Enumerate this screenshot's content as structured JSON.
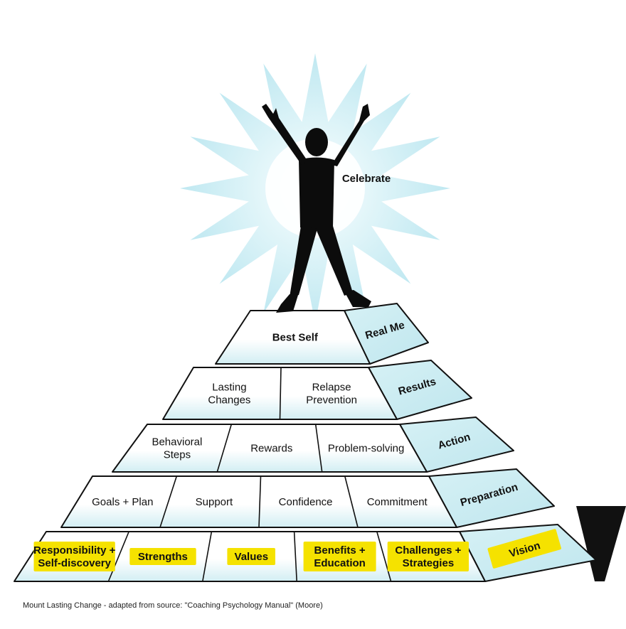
{
  "colors": {
    "outline": "#111111",
    "cyan": "#cdeef3",
    "cyan_light": "#e8f8fa",
    "highlight": "#f5e200",
    "silhouette": "#0c0c0c",
    "burst": "#bfe9f1"
  },
  "figure": {
    "icon": "person-celebrating-silhouette",
    "label": "Celebrate"
  },
  "levels": [
    {
      "id": "best-self",
      "cells": [
        "Best Self"
      ],
      "side": "Real Me"
    },
    {
      "id": "results",
      "cells": [
        "Lasting\nChanges",
        "Relapse\nPrevention"
      ],
      "side": "Results"
    },
    {
      "id": "action",
      "cells": [
        "Behavioral\nSteps",
        "Rewards",
        "Problem-solving"
      ],
      "side": "Action"
    },
    {
      "id": "preparation",
      "cells": [
        "Goals + Plan",
        "Support",
        "Confidence",
        "Commitment"
      ],
      "side": "Preparation"
    },
    {
      "id": "vision",
      "cells": [
        "Responsibility +\nSelf-discovery",
        "Strengths",
        "Values",
        "Benefits +\nEducation",
        "Challenges +\nStrategies"
      ],
      "side": "Vision"
    }
  ],
  "caption": "Mount Lasting Change - adapted from source: \"Coaching Psychology Manual\" (Moore)"
}
